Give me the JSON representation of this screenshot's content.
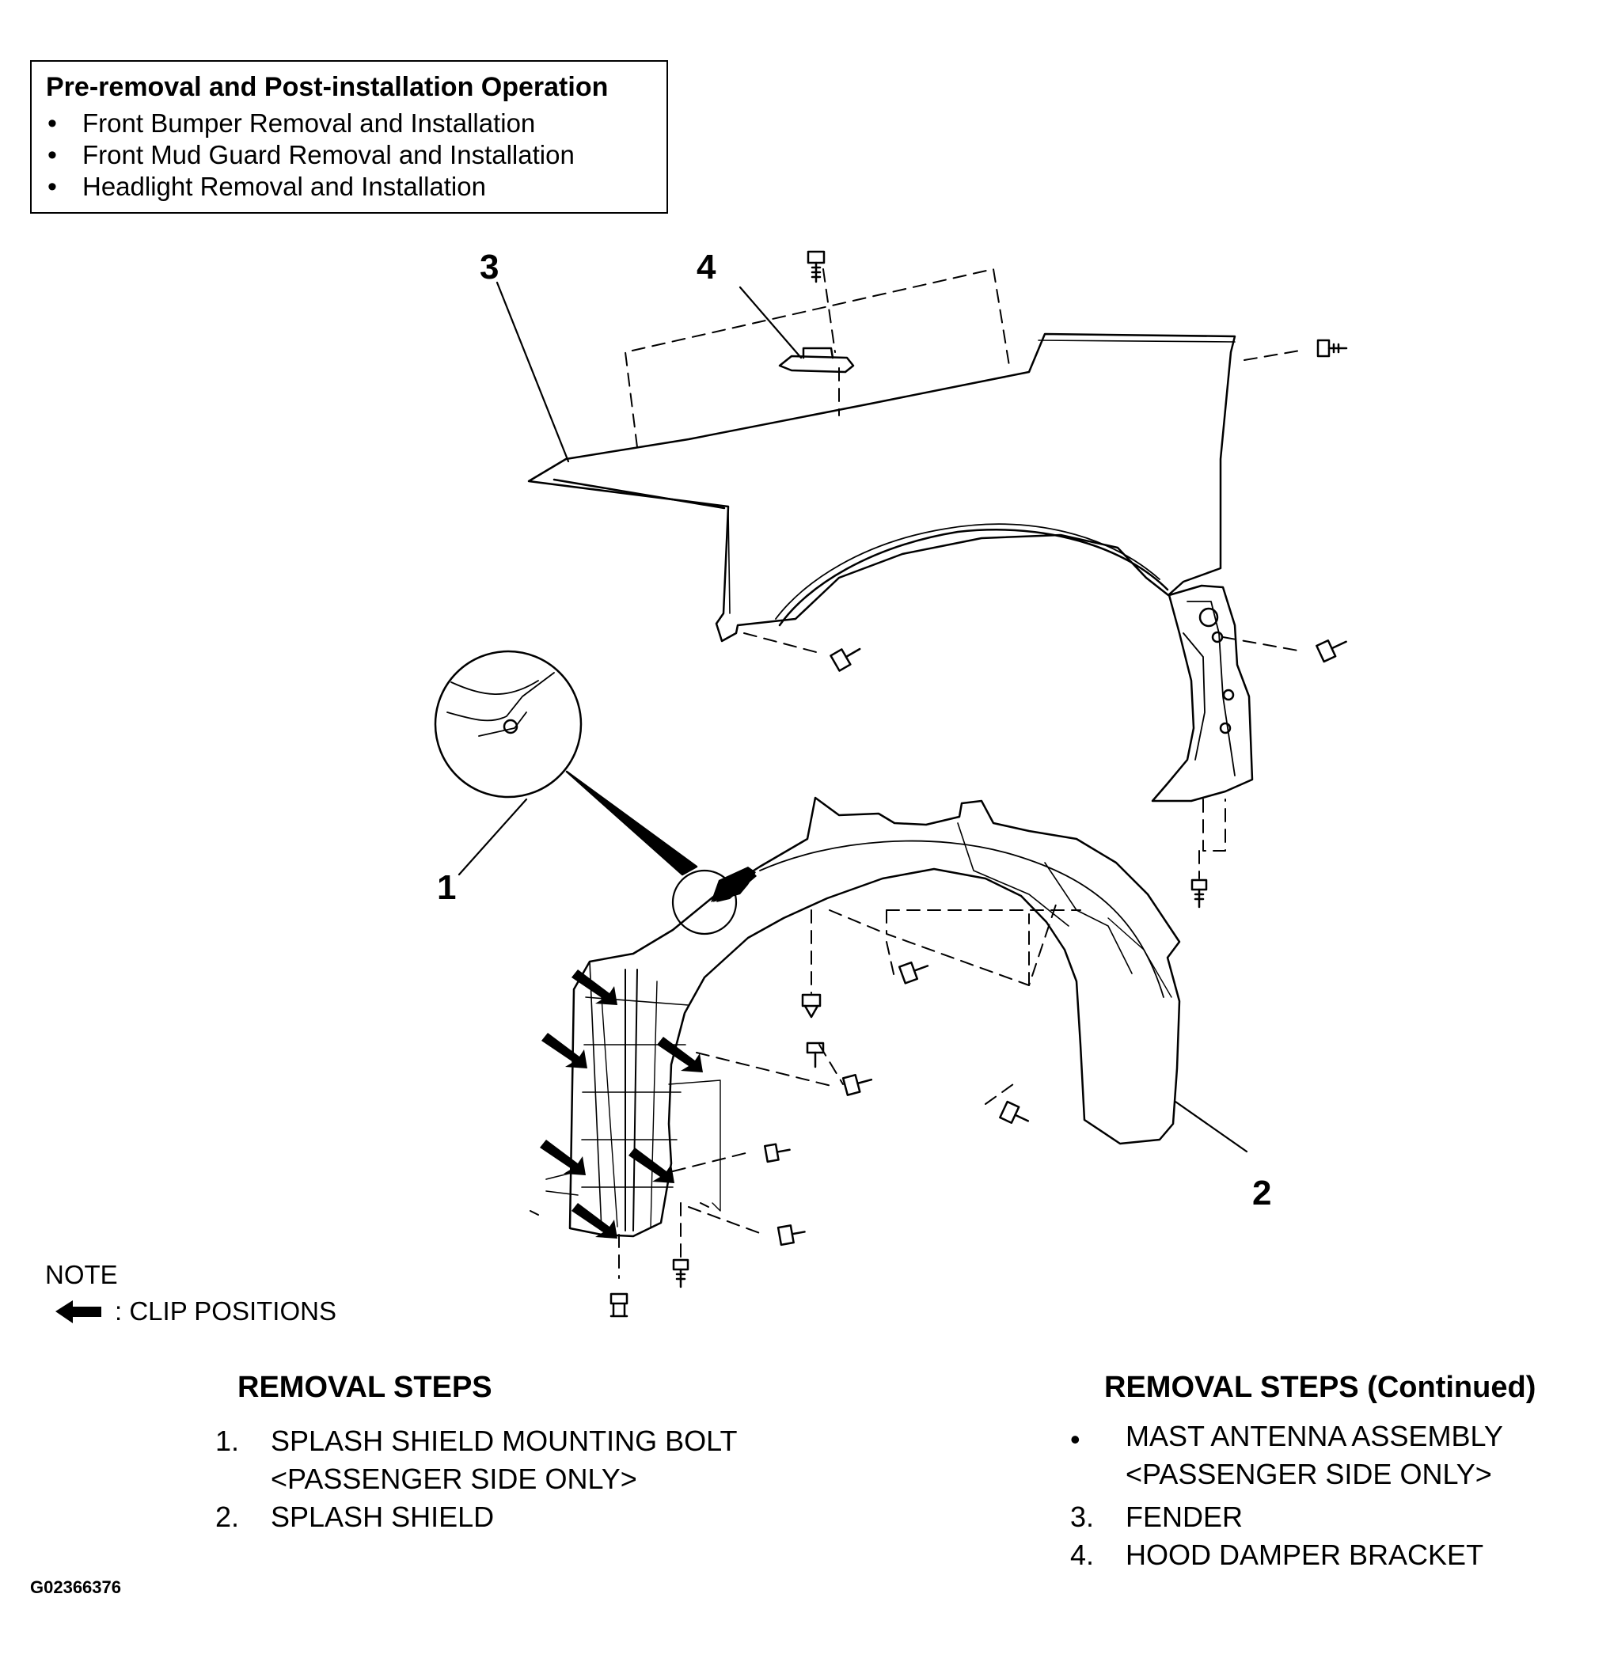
{
  "pre_box": {
    "title": "Pre-removal and Post-installation Operation",
    "items": [
      "Front Bumper Removal and Installation",
      "Front Mud Guard Removal and Installation",
      "Headlight Removal and Installation"
    ]
  },
  "callouts": {
    "c1": "1",
    "c2": "2",
    "c3": "3",
    "c4": "4"
  },
  "note": {
    "title": "NOTE",
    "legend": ": CLIP POSITIONS"
  },
  "removal": {
    "header": "REMOVAL STEPS",
    "steps": [
      {
        "num": "1.",
        "line1": "SPLASH SHIELD MOUNTING BOLT",
        "line2": "<PASSENGER SIDE ONLY>"
      },
      {
        "num": "2.",
        "line1": "SPLASH SHIELD"
      }
    ]
  },
  "removal_cont": {
    "header": "REMOVAL STEPS (Continued)",
    "steps": [
      {
        "num": "•",
        "line1": "MAST ANTENNA ASSEMBLY",
        "line2": "<PASSENGER SIDE ONLY>"
      },
      {
        "num": "3.",
        "line1": "FENDER"
      },
      {
        "num": "4.",
        "line1": "HOOD DAMPER BRACKET"
      }
    ]
  },
  "figure_code": "G02366376"
}
